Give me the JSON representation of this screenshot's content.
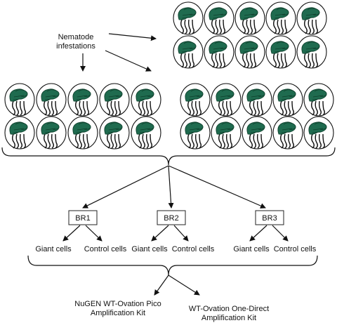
{
  "infestation_label": [
    "Nematode",
    "infestations"
  ],
  "plant_groups": [
    {
      "rows": 2,
      "cols": 5,
      "position": "top-right"
    },
    {
      "rows": 2,
      "cols": 5,
      "position": "middle-left"
    },
    {
      "rows": 2,
      "cols": 5,
      "position": "middle-right"
    }
  ],
  "replicates": [
    {
      "label": "BR1",
      "samples": [
        "Giant cells",
        "Control cells"
      ]
    },
    {
      "label": "BR2",
      "samples": [
        "Giant cells",
        "Control cells"
      ]
    },
    {
      "label": "BR3",
      "samples": [
        "Giant cells",
        "Control cells"
      ]
    }
  ],
  "kits": [
    [
      "NuGEN WT-Ovation Pico",
      "Amplification Kit"
    ],
    [
      "WT-Ovation One-Direct",
      "Amplification Kit"
    ]
  ],
  "colors": {
    "plant": "#1f6b4f",
    "plant_dark": "#0f3f2c",
    "line": "#111111"
  }
}
